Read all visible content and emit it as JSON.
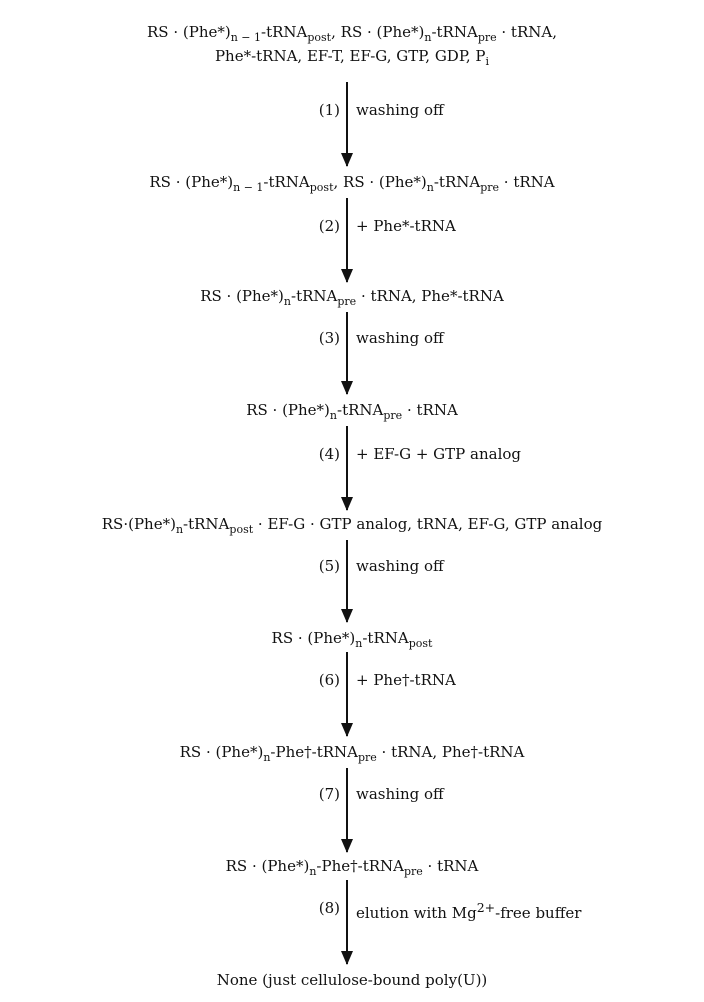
{
  "lines": {
    "l1a": "RS · (Phe*)",
    "l1a_sub1": "n − 1",
    "l1b": "-tRNA",
    "l1b_sub": "post",
    "l1c": ",  RS · (Phe*)",
    "l1c_sub": "n",
    "l1d": "-tRNA",
    "l1d_sub": "pre",
    "l1e": " · tRNA,",
    "l2a": "Phe*-tRNA,  EF-T,  EF-G,  GTP,  GDP,  P",
    "l2a_sub": "i",
    "s1a": "RS · (Phe*)",
    "s1a_sub": "n − 1",
    "s1b": "-tRNA",
    "s1b_sub": "post",
    "s1c": ",  RS · (Phe*)",
    "s1c_sub": "n",
    "s1d": "-tRNA",
    "s1d_sub": "pre",
    "s1e": " · tRNA",
    "s2a": "RS · (Phe*)",
    "s2a_sub": "n",
    "s2b": "-tRNA",
    "s2b_sub": "pre",
    "s2c": " · tRNA,  Phe*-tRNA",
    "s3a": "RS · (Phe*)",
    "s3a_sub": "n",
    "s3b": "-tRNA",
    "s3b_sub": "pre",
    "s3c": " · tRNA",
    "s4a": "RS·(Phe*)",
    "s4a_sub": "n",
    "s4b": "-tRNA",
    "s4b_sub": "post",
    "s4c": " · EF-G · GTP analog,  tRNA,  EF-G,  GTP analog",
    "s5a": "RS · (Phe*)",
    "s5a_sub": "n",
    "s5b": "-tRNA",
    "s5b_sub": "post",
    "s6a": "RS · (Phe*)",
    "s6a_sub": "n",
    "s6b": "-Phe†-tRNA",
    "s6b_sub": "pre",
    "s6c": " · tRNA,  Phe†-tRNA",
    "s7a": "RS · (Phe*)",
    "s7a_sub": "n",
    "s7b": "-Phe†-tRNA",
    "s7b_sub": "pre",
    "s7c": " · tRNA",
    "final": "None (just cellulose-bound poly(U))"
  },
  "steps": [
    {
      "num": "(1)",
      "label": "washing off"
    },
    {
      "num": "(2)",
      "label": "+ Phe*-tRNA"
    },
    {
      "num": "(3)",
      "label": "washing off"
    },
    {
      "num": "(4)",
      "label": "+ EF-G  +  GTP analog"
    },
    {
      "num": "(5)",
      "label": "washing off"
    },
    {
      "num": "(6)",
      "label": "+ Phe†-tRNA"
    },
    {
      "num": "(7)",
      "label": "washing off"
    },
    {
      "num": "(8)",
      "label_a": "elution with Mg",
      "label_sup": "2+",
      "label_b": "-free buffer"
    }
  ]
}
